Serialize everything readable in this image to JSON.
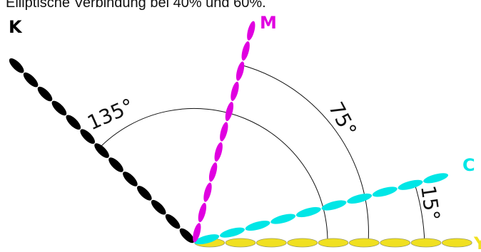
{
  "caption": "Elliptische Verbindung bei 40% und 60%.",
  "colors": {
    "K": "#000000",
    "M": "#e000e0",
    "C": "#00e6e6",
    "Y": "#f0e020",
    "line": "#111111"
  },
  "axes": [
    {
      "key": "K",
      "label": "K",
      "angle_deg": 135
    },
    {
      "key": "M",
      "label": "M",
      "angle_deg": 75
    },
    {
      "key": "C",
      "label": "C",
      "angle_deg": 15
    },
    {
      "key": "Y",
      "label": "Y",
      "angle_deg": 0
    }
  ],
  "angles": [
    {
      "label": "135°"
    },
    {
      "label": "75°"
    },
    {
      "label": "15°"
    }
  ]
}
